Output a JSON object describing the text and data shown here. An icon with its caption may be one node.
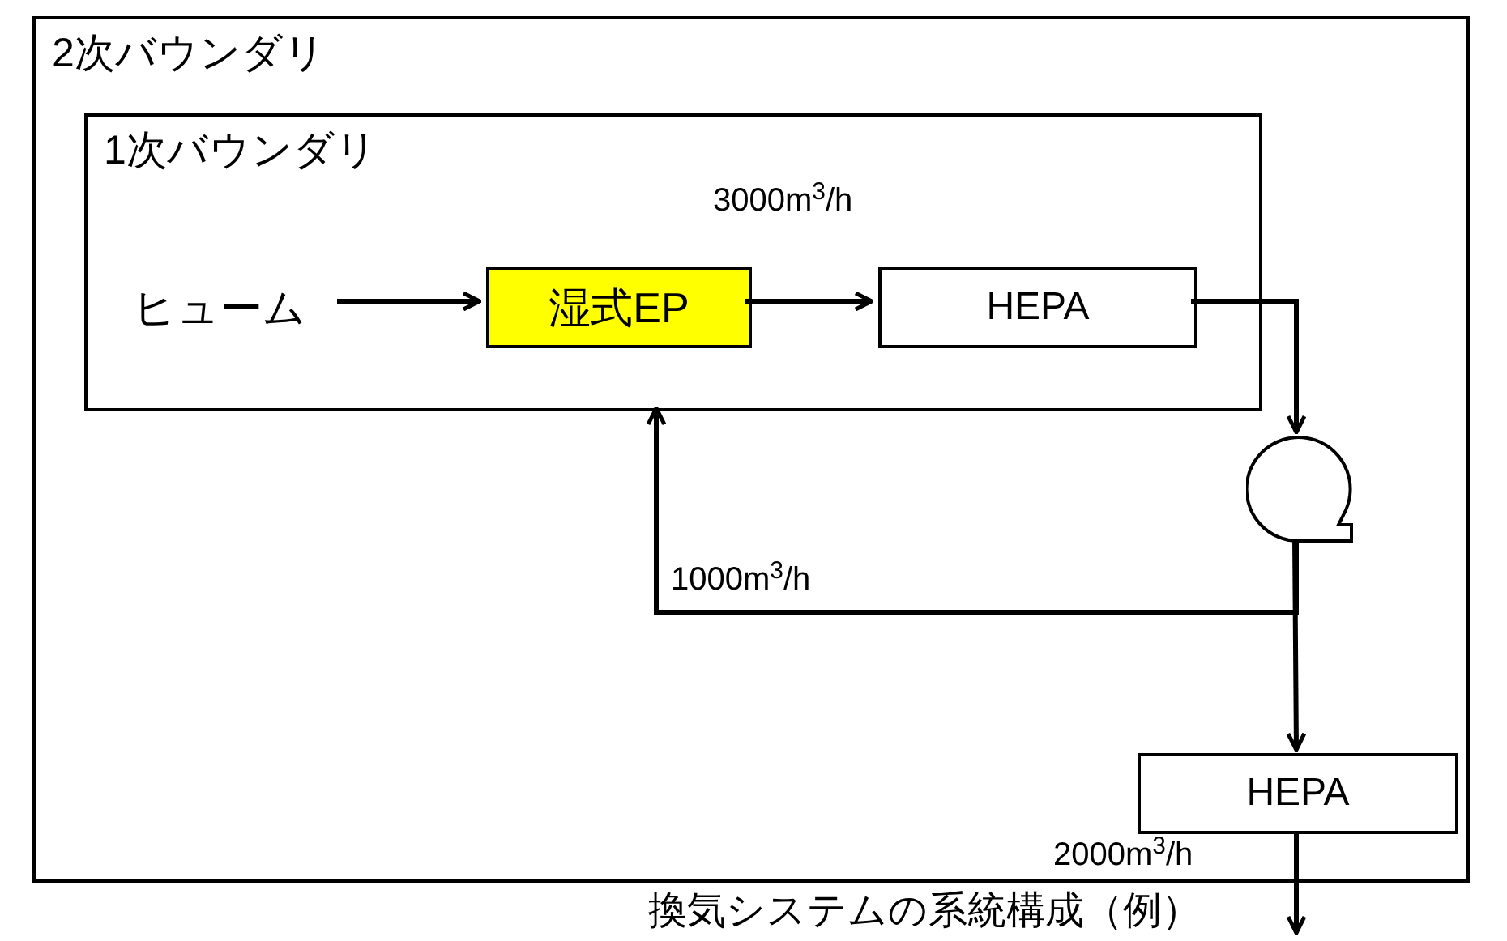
{
  "diagram": {
    "caption": "換気システムの系統構成（例）",
    "nodes": [
      {
        "text": [
          "2次バウンダリ"
        ]
      },
      {
        "text": [
          "1次バウンダリ"
        ],
        "in": 0
      },
      {
        "text": [
          "ヒューム"
        ],
        "in": 1
      },
      {
        "text": [
          "湿式EP"
        ],
        "in": 1
      },
      {
        "text": [
          "HEPA"
        ],
        "in": 1
      },
      {
        "text": [],
        "shape": "fan",
        "in": 0
      },
      {
        "text": [
          "HEPA"
        ],
        "in": 0
      }
    ],
    "edges": [
      {
        "from": 2,
        "to": 3,
        "arrow": "to"
      },
      {
        "from": 3,
        "to": 4,
        "arrow": "to"
      },
      {
        "from": 4,
        "to": 5,
        "arrow": "to"
      },
      {
        "from": 5,
        "to": 6,
        "arrow": "to"
      },
      {
        "from": 5,
        "to": 1,
        "arrow": "to",
        "label": "1000m$^{3}$/h"
      },
      {
        "from": 6,
        "to": null,
        "arrow": "to",
        "label": "2000m$^{3}$/h"
      }
    ],
    "labels": [
      "3000m$^{3}$/h"
    ]
  }
}
